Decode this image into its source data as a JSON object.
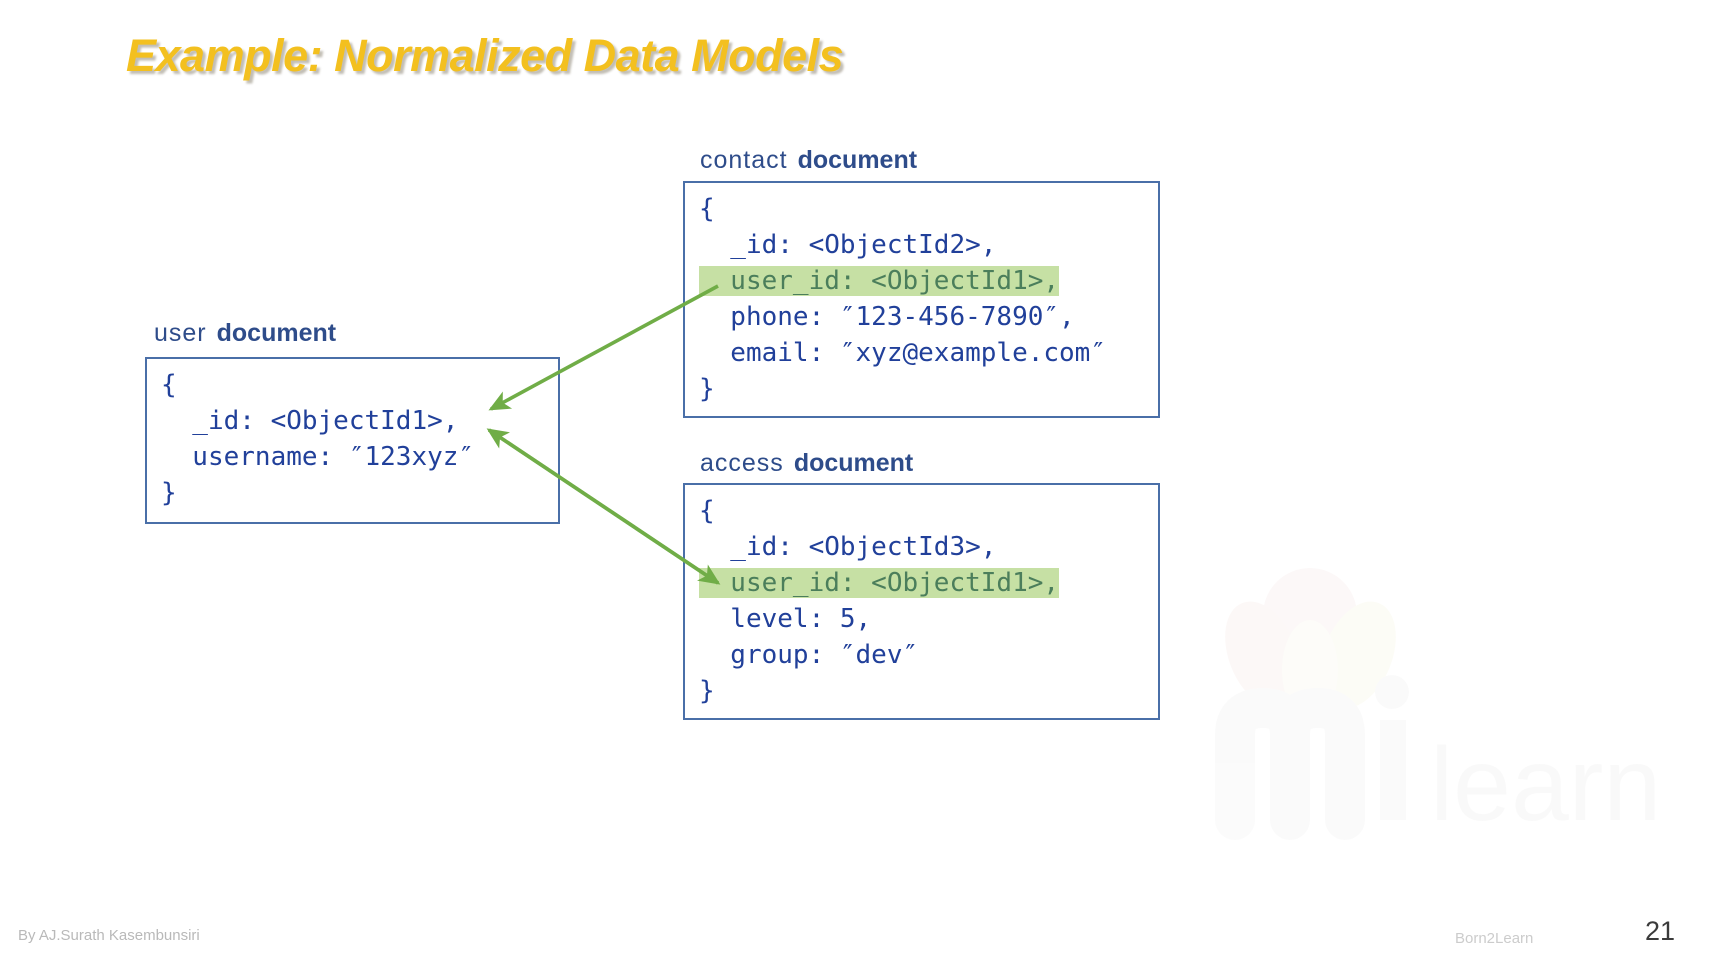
{
  "slide": {
    "title": "Example: Normalized Data Models",
    "title_color": "#F3C01F",
    "background": "#ffffff",
    "page_number": "21"
  },
  "documents": [
    {
      "id": "user",
      "label_name": "user",
      "label_kind": "document",
      "lines": [
        {
          "text": "{",
          "highlight": false
        },
        {
          "text": "  _id: <ObjectId1>,",
          "highlight": false
        },
        {
          "text": "  username: ″123xyz″",
          "highlight": false
        },
        {
          "text": "}",
          "highlight": false
        }
      ]
    },
    {
      "id": "contact",
      "label_name": "contact",
      "label_kind": "document",
      "lines": [
        {
          "text": "{",
          "highlight": false
        },
        {
          "text": "  _id: <ObjectId2>,",
          "highlight": false
        },
        {
          "text": "  user_id: <ObjectId1>,",
          "highlight": true
        },
        {
          "text": "  phone: ″123-456-7890″,",
          "highlight": false
        },
        {
          "text": "  email: ″xyz@example.com″",
          "highlight": false
        },
        {
          "text": "}",
          "highlight": false
        }
      ]
    },
    {
      "id": "access",
      "label_name": "access",
      "label_kind": "document",
      "lines": [
        {
          "text": "{",
          "highlight": false
        },
        {
          "text": "  _id: <ObjectId3>,",
          "highlight": false
        },
        {
          "text": "  user_id: <ObjectId1>,",
          "highlight": true
        },
        {
          "text": "  level: 5,",
          "highlight": false
        },
        {
          "text": "  group: ″dev″",
          "highlight": false
        },
        {
          "text": "}",
          "highlight": false
        }
      ]
    }
  ],
  "colors": {
    "code_text": "#21409A",
    "box_border": "#4A6FA8",
    "highlight_bg": "#C6E0A4",
    "highlight_text": "#4B7E5B",
    "arrow": "#70AD47",
    "label_text": "#2E4C8A"
  },
  "arrows": [
    {
      "name": "contact-to-user",
      "from": "contact.user_id",
      "to": "user._id"
    },
    {
      "name": "access-to-user",
      "from": "access.user_id",
      "to": "user._id"
    }
  ],
  "footer": {
    "author": "By AJ.Surath Kasembunsiri",
    "brand": "Born2Learn"
  },
  "watermark": {
    "text": "learn",
    "icon": "hands-flower-logo"
  }
}
